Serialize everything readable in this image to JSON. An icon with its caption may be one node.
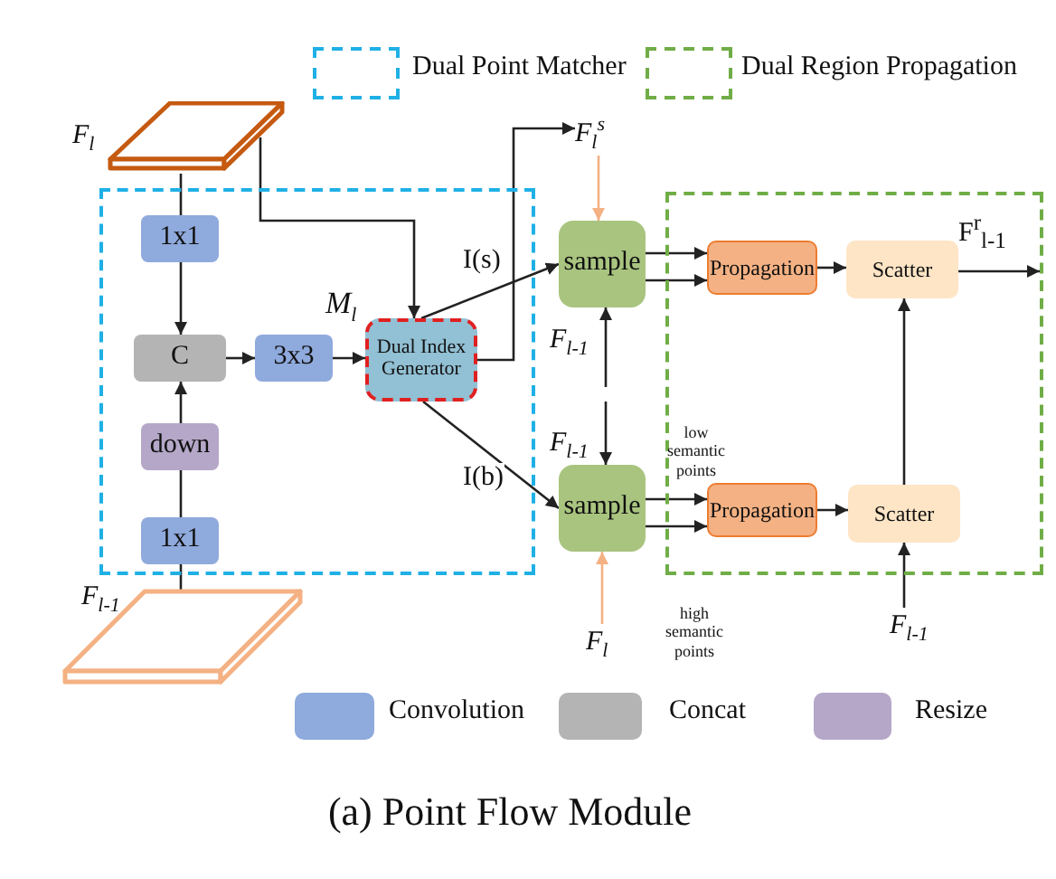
{
  "diagram": {
    "caption": "(a) Point Flow Module",
    "nodes": [
      {
        "text": [
          "F$_{l}$"
        ]
      },
      {
        "text": [],
        "shape": "box"
      },
      {
        "text": [
          "1x1"
        ],
        "in": 1
      },
      {
        "text": [
          "C"
        ],
        "in": 1
      },
      {
        "text": [
          "3x3"
        ],
        "in": 1
      },
      {
        "text": [
          "Dual Index Generator"
        ],
        "in": 1,
        "beside": [
          "M$_{l}$"
        ]
      },
      {
        "text": [
          "down"
        ],
        "in": 1
      },
      {
        "text": [
          "1x1"
        ],
        "in": 1
      },
      {
        "text": [
          "F$_{l-1}$"
        ]
      },
      {
        "text": [
          "F$_{l}$$^{s}$"
        ]
      },
      {
        "text": [
          "sample"
        ]
      },
      {
        "text": [
          "F$_{l-1}$"
        ]
      },
      {
        "text": [
          "F$_{l-1}$"
        ]
      },
      {
        "text": [
          "sample"
        ]
      },
      {
        "text": [
          "F$_{l}$"
        ]
      },
      {
        "text": [],
        "shape": "box"
      },
      {
        "text": [
          "Propagation"
        ],
        "in": 15
      },
      {
        "text": [
          "Scatter"
        ],
        "in": 15
      },
      {
        "text": [
          "Propagation"
        ],
        "in": 15
      },
      {
        "text": [
          "Scatter"
        ],
        "in": 15
      },
      {
        "text": [
          "F$_{l-1}$"
        ]
      }
    ],
    "edges": [
      {
        "from": 0,
        "to": 2,
        "arrow": "none"
      },
      {
        "from": 2,
        "to": 3,
        "arrow": "to"
      },
      {
        "from": 0,
        "to": 5,
        "arrow": "to"
      },
      {
        "from": 3,
        "to": 4,
        "arrow": "to"
      },
      {
        "from": 4,
        "to": 5,
        "arrow": "to"
      },
      {
        "from": 6,
        "to": 3,
        "arrow": "to"
      },
      {
        "from": 7,
        "to": 6,
        "arrow": "none"
      },
      {
        "from": 8,
        "to": 7,
        "arrow": "none"
      },
      {
        "from": 5,
        "to": 9,
        "arrow": "to"
      },
      {
        "from": 5,
        "to": 10,
        "arrow": "to",
        "label": "I(s)"
      },
      {
        "from": 5,
        "to": 13,
        "arrow": "to",
        "label": "I(b)"
      },
      {
        "from": 9,
        "to": 10,
        "arrow": "to",
        "color": "#f4b183"
      },
      {
        "from": 11,
        "to": 10,
        "arrow": "to"
      },
      {
        "from": 12,
        "to": 13,
        "arrow": "to"
      },
      {
        "from": 14,
        "to": 13,
        "arrow": "to",
        "color": "#f4b183"
      },
      {
        "from": 10,
        "to": 16,
        "arrow": "to"
      },
      {
        "from": 10,
        "to": 16,
        "arrow": "to"
      },
      {
        "from": 16,
        "to": 17,
        "arrow": "to"
      },
      {
        "from": 13,
        "to": 18,
        "arrow": "to"
      },
      {
        "from": 13,
        "to": 18,
        "arrow": "to"
      },
      {
        "from": 18,
        "to": 19,
        "arrow": "to"
      },
      {
        "from": 19,
        "to": 17,
        "arrow": "to"
      },
      {
        "from": 20,
        "to": 19,
        "arrow": "to"
      },
      {
        "from": 17,
        "to": null,
        "arrow": "to",
        "label": "F$^{r}$$_{l-1}$"
      }
    ],
    "labels": [
      "low semantic points",
      "high semantic points"
    ],
    "legend": [
      {
        "text": "Dual Point Matcher"
      },
      {
        "text": "Dual Region Propagation"
      },
      {
        "text": "Convolution",
        "color": "#8faadc"
      },
      {
        "text": "Concat",
        "color": "#b4b4b4"
      },
      {
        "text": "Resize",
        "color": "#b4a7c8"
      }
    ]
  }
}
